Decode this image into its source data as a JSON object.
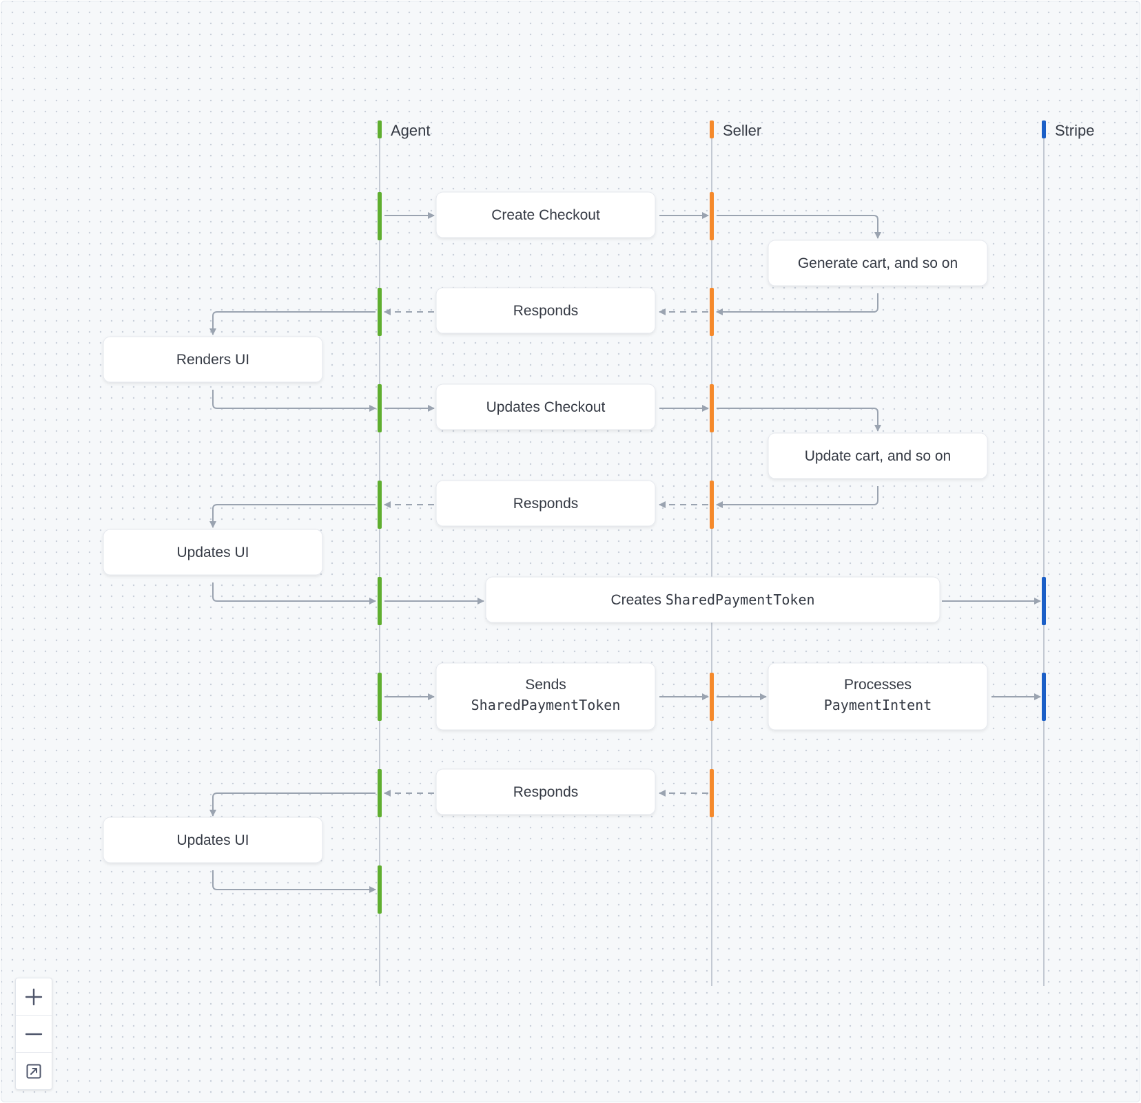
{
  "actors": [
    {
      "id": "agent",
      "label": "Agent",
      "color": "#5fae2f"
    },
    {
      "id": "seller",
      "label": "Seller",
      "color": "#f5892b"
    },
    {
      "id": "stripe",
      "label": "Stripe",
      "color": "#1b5fc7"
    }
  ],
  "steps": [
    {
      "text": [
        "Create Checkout"
      ]
    },
    {
      "text": [
        "Generate cart, and so on"
      ]
    },
    {
      "text": [
        "Responds"
      ]
    },
    {
      "text": [
        "Renders UI"
      ]
    },
    {
      "text": [
        "Updates Checkout"
      ]
    },
    {
      "text": [
        "Update cart, and so on"
      ]
    },
    {
      "text": [
        "Responds"
      ]
    },
    {
      "text": [
        "Updates UI"
      ]
    },
    {
      "text": [
        "Creates ",
        "SharedPaymentToken"
      ]
    },
    {
      "text": [
        "Sends",
        "SharedPaymentToken"
      ]
    },
    {
      "text": [
        "Processes",
        "PaymentIntent"
      ]
    },
    {
      "text": [
        "Responds"
      ]
    },
    {
      "text": [
        "Updates UI"
      ]
    }
  ],
  "colors": {
    "line": "#c3c9d3",
    "arrow": "#9aa3b0",
    "box_border": "#e5e8ee",
    "text": "#353a44"
  },
  "controls": [
    {
      "name": "zoom-in-button",
      "icon": "plus-icon"
    },
    {
      "name": "zoom-out-button",
      "icon": "minus-icon"
    },
    {
      "name": "fit-view-button",
      "icon": "expand-icon"
    }
  ]
}
